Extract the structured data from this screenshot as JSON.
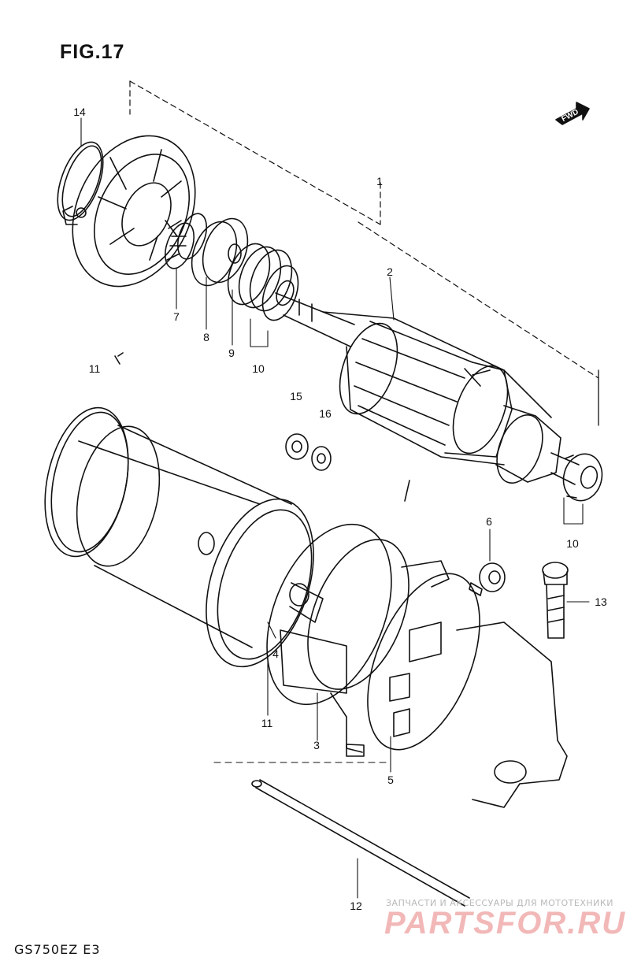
{
  "figure": {
    "title": "FIG.17",
    "model": "GS750EZ E3",
    "fwd_label": "FWD"
  },
  "watermark": {
    "subtitle": "ЗАПЧАСТИ И АКСЕССУАРЫ ДЛЯ МОТОТЕХНИКИ",
    "brand": "PARTSFOR.RU"
  },
  "callouts": [
    {
      "id": "14",
      "label": "14"
    },
    {
      "id": "1",
      "label": "1"
    },
    {
      "id": "2",
      "label": "2"
    },
    {
      "id": "7",
      "label": "7"
    },
    {
      "id": "8",
      "label": "8"
    },
    {
      "id": "9",
      "label": "9"
    },
    {
      "id": "10a",
      "label": "10"
    },
    {
      "id": "11a",
      "label": "11"
    },
    {
      "id": "15",
      "label": "15"
    },
    {
      "id": "16",
      "label": "16"
    },
    {
      "id": "10b",
      "label": "10"
    },
    {
      "id": "6",
      "label": "6"
    },
    {
      "id": "13",
      "label": "13"
    },
    {
      "id": "4",
      "label": "4"
    },
    {
      "id": "11b",
      "label": "11"
    },
    {
      "id": "3",
      "label": "3"
    },
    {
      "id": "5",
      "label": "5"
    },
    {
      "id": "12",
      "label": "12"
    }
  ]
}
